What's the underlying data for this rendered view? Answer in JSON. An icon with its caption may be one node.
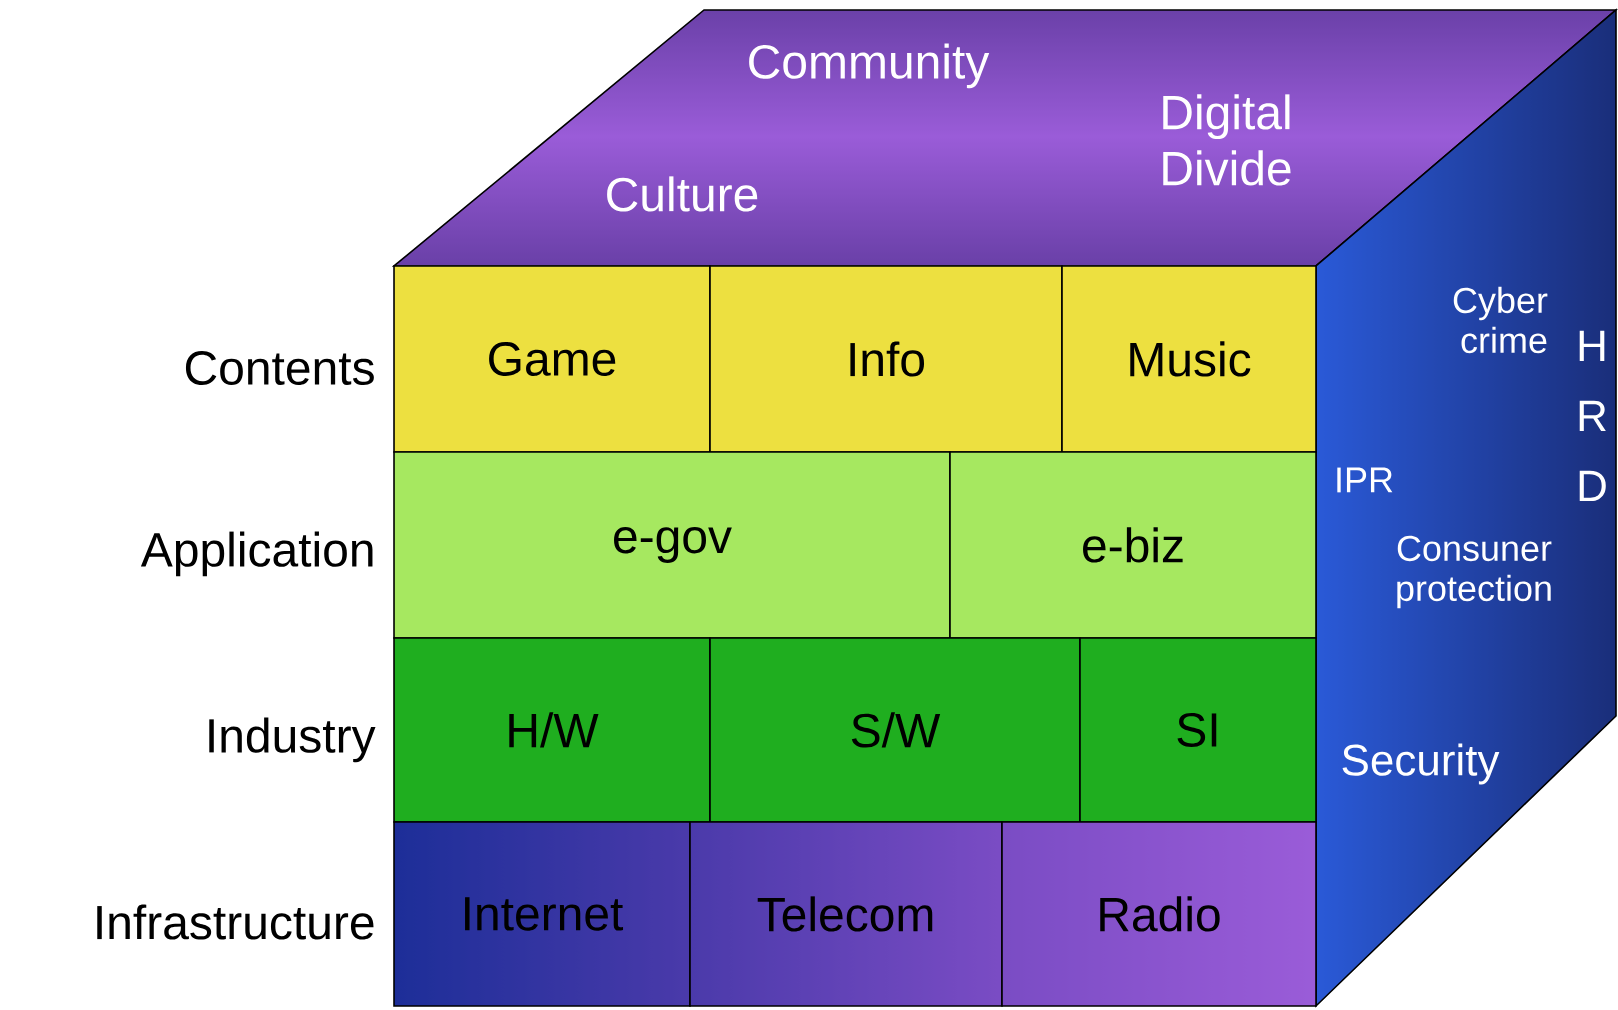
{
  "diagram": {
    "nodes": [
      {
        "text": [
          "Community",
          "Culture",
          "Digital Divide"
        ]
      },
      {
        "text": [
          "Cyber crime",
          "H",
          "R",
          "IPR",
          "D",
          "Consuner protection",
          "Security"
        ]
      },
      {
        "text": [
          "Game"
        ]
      },
      {
        "text": [
          "Info"
        ]
      },
      {
        "text": [
          "Music"
        ]
      },
      {
        "text": [
          "e-gov"
        ]
      },
      {
        "text": [
          "e-biz"
        ]
      },
      {
        "text": [
          "H/W"
        ]
      },
      {
        "text": [
          "S/W"
        ]
      },
      {
        "text": [
          "SI"
        ]
      },
      {
        "text": [
          "Internet"
        ]
      },
      {
        "text": [
          "Telecom"
        ]
      },
      {
        "text": [
          "Radio"
        ]
      }
    ],
    "labels": [
      "Contents",
      "Application",
      "Industry",
      "Infrastructure"
    ]
  }
}
